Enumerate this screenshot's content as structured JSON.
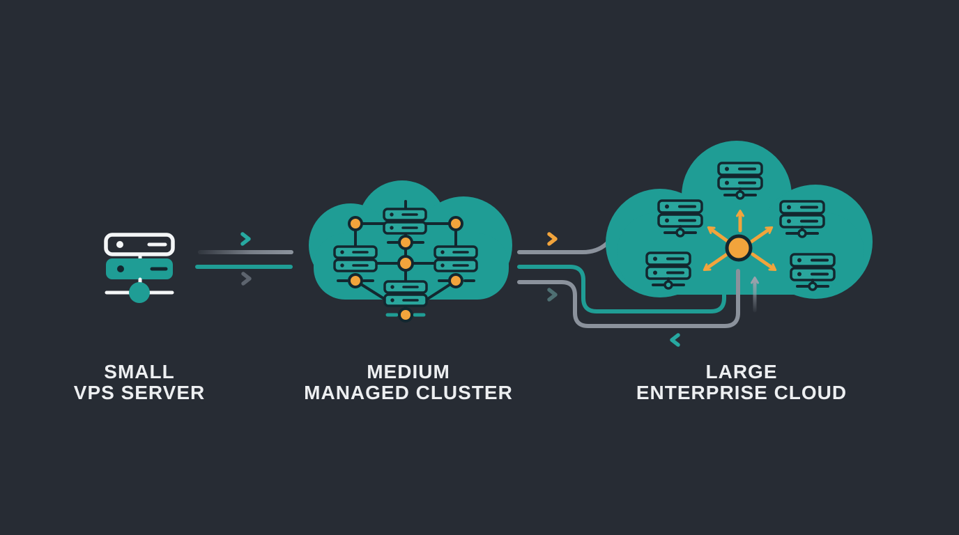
{
  "diagram": {
    "background_color": "#272c34",
    "stages": [
      {
        "id": "small-vps-server",
        "icon": "server-rack-icon",
        "label_line1": "SMALL",
        "label_line2": "VPS SERVER"
      },
      {
        "id": "medium-managed-cluster",
        "icon": "cloud-cluster-icon",
        "label_line1": "MEDIUM",
        "label_line2": "MANAGED CLUSTER",
        "server_racks": 4,
        "network_nodes": 7
      },
      {
        "id": "large-enterprise-cloud",
        "icon": "cloud-hub-icon",
        "label_line1": "LARGE",
        "label_line2": "ENTERPRISE CLOUD",
        "server_racks": 5,
        "hub_nodes": 1,
        "scale_out_arrows": 5
      }
    ],
    "connections": [
      {
        "from": "small-vps-server",
        "to": "medium-managed-cluster",
        "style": "two parallel lines with chevrons",
        "line_colors": [
          "gray",
          "teal"
        ]
      },
      {
        "from": "medium-managed-cluster",
        "to": "large-enterprise-cloud",
        "style": "three routed lines with chevrons and return path",
        "line_colors": [
          "gray",
          "teal",
          "gray"
        ]
      }
    ]
  },
  "colors": {
    "bg": "#272c34",
    "teal": "#1f9d95",
    "teal-light": "#2aa69d",
    "teal-bright": "#27a9a1",
    "dark": "#13272f",
    "orange": "#f2a43c",
    "gray": "#8b929c",
    "gray-dim": "#5d646e",
    "gray-teal": "#4e6f72",
    "white": "#f4f6f7",
    "text": "#edeff1"
  }
}
